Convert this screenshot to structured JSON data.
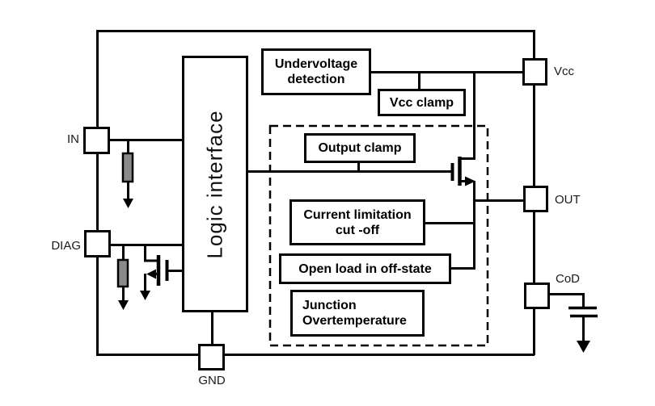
{
  "diagram": {
    "pins": {
      "in": "IN",
      "diag": "DIAG",
      "gnd": "GND",
      "vcc": "Vcc",
      "out": "OUT",
      "cod": "CoD"
    },
    "blocks": {
      "logic_interface": "Logic interface",
      "undervoltage": {
        "line1": "Undervoltage",
        "line2": "detection"
      },
      "vcc_clamp": "Vcc clamp",
      "output_clamp": "Output clamp",
      "current_limitation": {
        "line1": "Current limitation",
        "line2": "cut -off"
      },
      "open_load": "Open load in off-state",
      "junction": {
        "line1": "Junction",
        "line2": "Overtemperature"
      }
    },
    "colors": {
      "stroke": "#000000",
      "resistor_fill": "#8a8a8a",
      "background": "#ffffff"
    }
  }
}
